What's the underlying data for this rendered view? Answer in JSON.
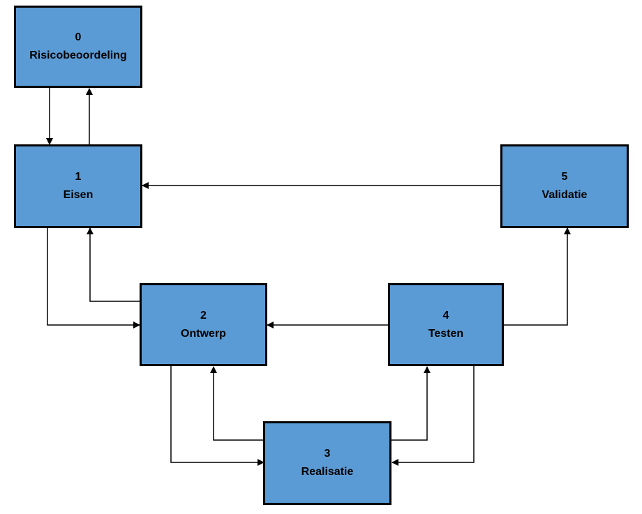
{
  "diagram": {
    "fill_color": "#5b9bd5",
    "border_color": "#000000",
    "nodes": [
      {
        "id": "n0",
        "number": "0",
        "label": "Risicobeoordeling"
      },
      {
        "id": "n1",
        "number": "1",
        "label": "Eisen"
      },
      {
        "id": "n2",
        "number": "2",
        "label": "Ontwerp"
      },
      {
        "id": "n3",
        "number": "3",
        "label": "Realisatie"
      },
      {
        "id": "n4",
        "number": "4",
        "label": "Testen"
      },
      {
        "id": "n5",
        "number": "5",
        "label": "Validatie"
      }
    ],
    "edges": [
      {
        "from": "0",
        "to": "1"
      },
      {
        "from": "1",
        "to": "0"
      },
      {
        "from": "5",
        "to": "1"
      },
      {
        "from": "1",
        "to": "2"
      },
      {
        "from": "2",
        "to": "1"
      },
      {
        "from": "4",
        "to": "2"
      },
      {
        "from": "4",
        "to": "5"
      },
      {
        "from": "2",
        "to": "3"
      },
      {
        "from": "3",
        "to": "2"
      },
      {
        "from": "3",
        "to": "4"
      },
      {
        "from": "4",
        "to": "3"
      }
    ]
  }
}
